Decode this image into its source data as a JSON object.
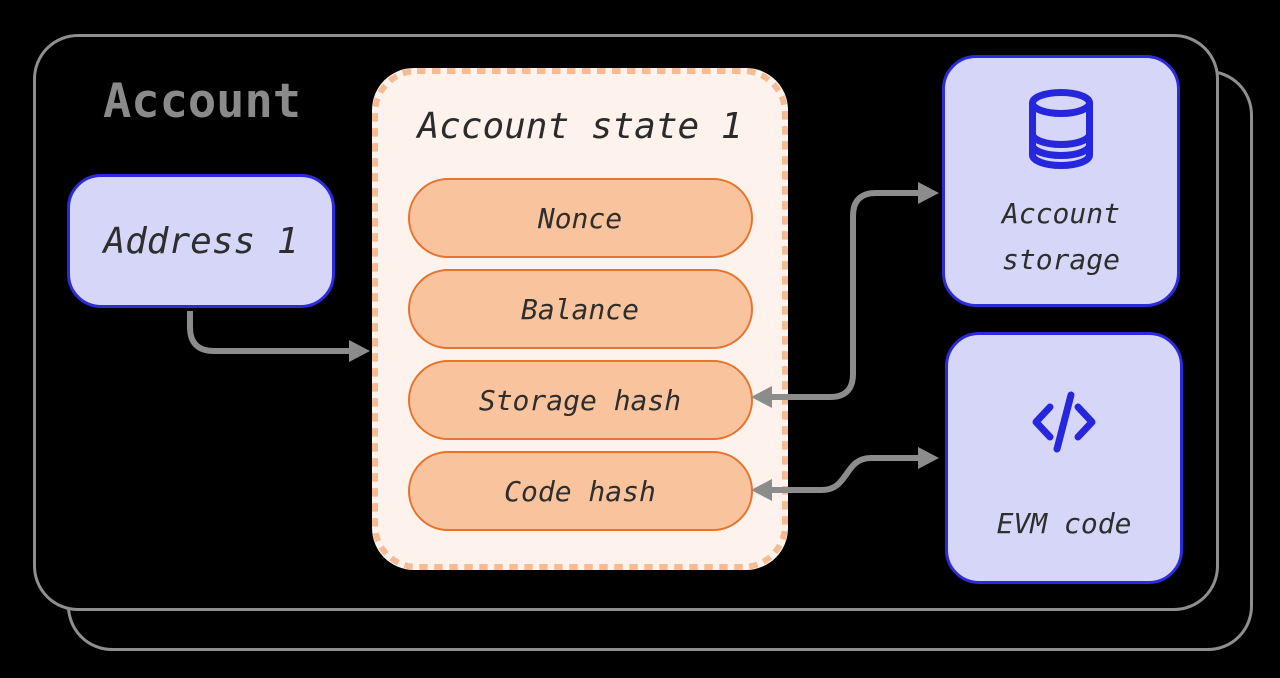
{
  "diagram": {
    "account_card": {
      "title": "Account"
    },
    "address_box": {
      "label": "Address 1"
    },
    "state_box": {
      "title": "Account state 1",
      "fields": [
        {
          "label": "Nonce"
        },
        {
          "label": "Balance"
        },
        {
          "label": "Storage hash"
        },
        {
          "label": "Code hash"
        }
      ]
    },
    "storage_box": {
      "icon": "database-icon",
      "lines": [
        "Account",
        "storage"
      ]
    },
    "evm_box": {
      "icon": "code-icon",
      "label": "EVM code"
    },
    "connectors": [
      {
        "from": "address-box",
        "to": "account-state-box",
        "heads": [
          "end"
        ]
      },
      {
        "from": "storage-hash-pill",
        "to": "account-storage-box",
        "heads": [
          "start",
          "end"
        ]
      },
      {
        "from": "code-hash-pill",
        "to": "evm-code-box",
        "heads": [
          "start",
          "end"
        ]
      }
    ],
    "colors": {
      "background": "#000000",
      "card_outline_gray": "#8f8f8f",
      "arrow_gray": "#8c8c8c",
      "title_gray": "#8a8a8a",
      "lavender_fill": "#d6d6f8",
      "blue_border": "#2b2bdd",
      "icon_blue": "#2626dd",
      "state_fill": "#fdf2ec",
      "state_dash_border": "#f6bb93",
      "pill_fill": "#f9c39d",
      "pill_border": "#e8732d",
      "text_dark": "#2e2e2e"
    }
  }
}
